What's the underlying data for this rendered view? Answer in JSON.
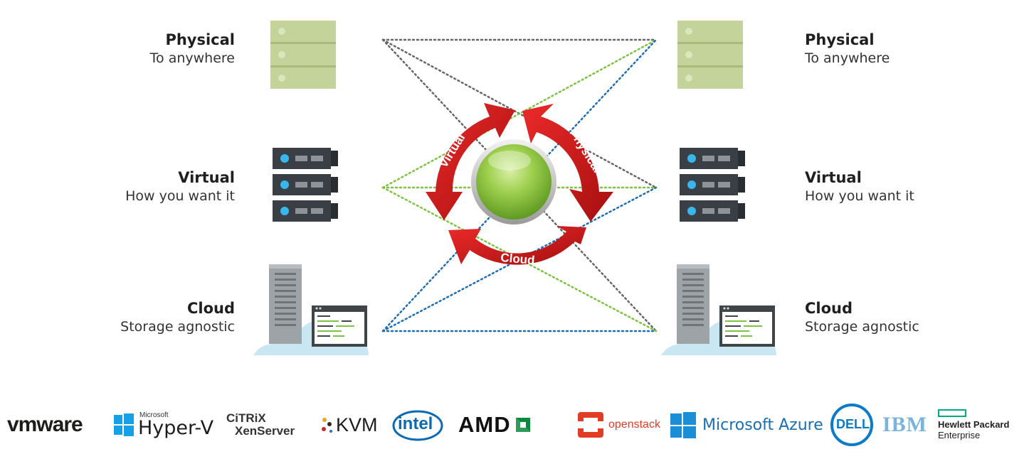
{
  "left_labels": [
    {
      "title": "Physical",
      "subtitle": "To anywhere"
    },
    {
      "title": "Virtual",
      "subtitle": "How you want it"
    },
    {
      "title": "Cloud",
      "subtitle": "Storage agnostic"
    }
  ],
  "right_labels": [
    {
      "title": "Physical",
      "subtitle": "To anywhere"
    },
    {
      "title": "Virtual",
      "subtitle": "How you want it"
    },
    {
      "title": "Cloud",
      "subtitle": "Storage agnostic"
    }
  ],
  "arrows": {
    "virtual": "Virtual",
    "physical": "Physical",
    "cloud": "Cloud"
  },
  "colors": {
    "physical_server": "#c3d39a",
    "virtual_server": "#3a3f45",
    "virtual_led": "#39b6ec",
    "cloud": "#c9e6f3",
    "arrow_red": "#d81b1b",
    "orb_green": "#8cc43c",
    "line_gray": "#666666",
    "line_green": "#7dc242",
    "line_blue": "#1f6db3"
  },
  "logos": {
    "vmware": "vmware",
    "hyperv_small": "Microsoft",
    "hyperv": "Hyper-V",
    "citrix": "CiTRiX",
    "xenserver": "XenServer",
    "kvm": "KVM",
    "intel": "intel",
    "amd": "AMD",
    "openstack": "openstack",
    "azure": "Microsoft Azure",
    "dell": "DELL",
    "ibm": "IBM",
    "hpe_line1": "Hewlett Packard",
    "hpe_line2": "Enterprise"
  }
}
